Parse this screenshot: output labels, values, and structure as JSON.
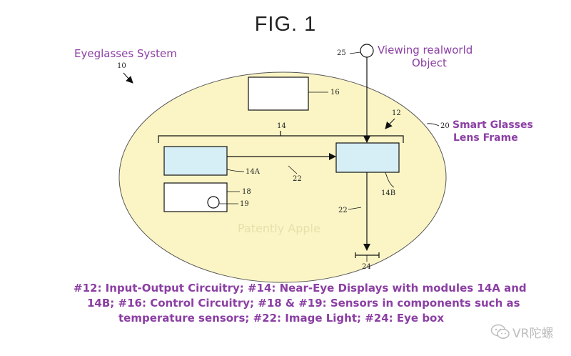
{
  "figure": {
    "title": "FIG. 1",
    "system_label": "Eyeglasses System",
    "object_label_line1": "Viewing realworld",
    "object_label_line2": "Object",
    "frame_label_line1": "Smart Glasses",
    "frame_label_line2": "Lens Frame",
    "watermark": "Patently Apple",
    "refs": {
      "r10": "10",
      "r12": "12",
      "r14": "14",
      "r14a": "14A",
      "r14b": "14B",
      "r16": "16",
      "r18": "18",
      "r19": "19",
      "r20": "20",
      "r22a": "22",
      "r22b": "22",
      "r24": "24",
      "r25": "25"
    }
  },
  "caption": {
    "line1": "#12: Input-Output Circuitry; #14: Near-Eye Displays with modules 14A and",
    "line2": "14B; #16: Control Circuitry; #18 & #19: Sensors in components such as",
    "line3": "temperature sensors; #22: Image Light; #24: Eye box"
  },
  "brand": {
    "logo_icon": "wechat-logo-icon",
    "text": "VR陀螺"
  },
  "colors": {
    "ellipse_fill": "#fbf5c6",
    "display_fill": "#d6eef5",
    "label_purple": "#8b3fa3"
  }
}
